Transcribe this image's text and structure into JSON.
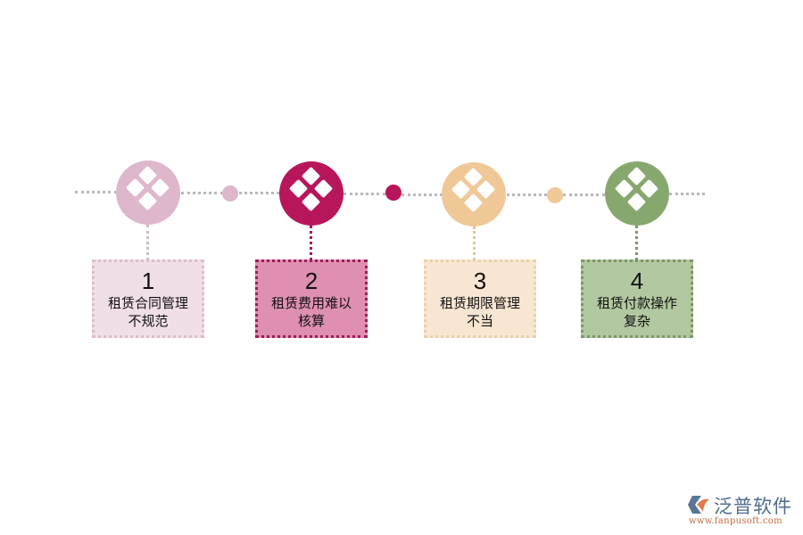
{
  "diagram": {
    "steps": [
      {
        "number": "1",
        "text": "租赁合同管理不规范",
        "line1": "租赁合同管理",
        "line2": "不规范",
        "circle_color": "#dfb7cc",
        "card_bg": "#f1dfe8",
        "card_border": "#dcbccd",
        "connector_color": "#d4b5c6"
      },
      {
        "number": "2",
        "text": "租赁费用难以核算",
        "line1": "租赁费用难以",
        "line2": "核算",
        "circle_color": "#b8165b",
        "card_bg": "#df8fb2",
        "card_border": "#9b1d5a",
        "connector_color": "#9b1d5a"
      },
      {
        "number": "3",
        "text": "租赁期限管理不当",
        "line1": "租赁期限管理",
        "line2": "不当",
        "circle_color": "#f0c898",
        "card_bg": "#f9e6d2",
        "card_border": "#e8d1aa",
        "connector_color": "#dcc89e"
      },
      {
        "number": "4",
        "text": "租赁付款操作复杂",
        "line1": "租赁付款操作",
        "line2": "复杂",
        "circle_color": "#86a86e",
        "card_bg": "#b2c8a0",
        "card_border": "#7d9668",
        "connector_color": "#7d9668"
      }
    ],
    "small_dots": [
      {
        "color": "#dfb7cc"
      },
      {
        "color": "#b8165b"
      },
      {
        "color": "#f0c898"
      }
    ],
    "node_icon": "four-diamonds-icon",
    "line_color": "#b9b9b9"
  },
  "watermark": {
    "brand": "泛普软件",
    "url": "www.fanpusoft.com"
  }
}
